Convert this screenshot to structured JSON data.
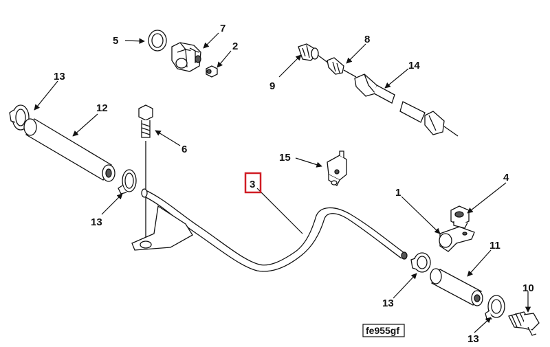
{
  "figure_id": "fe955gf",
  "highlight_color": "#d01c24",
  "callouts": {
    "c1": "1",
    "c2": "2",
    "c3": "3",
    "c4": "4",
    "c5": "5",
    "c6": "6",
    "c7": "7",
    "c8": "8",
    "c9": "9",
    "c10": "10",
    "c11": "11",
    "c12": "12",
    "c13a": "13",
    "c13b": "13",
    "c13c": "13",
    "c13d": "13",
    "c14": "14",
    "c15": "15"
  },
  "highlighted_callout": "3"
}
